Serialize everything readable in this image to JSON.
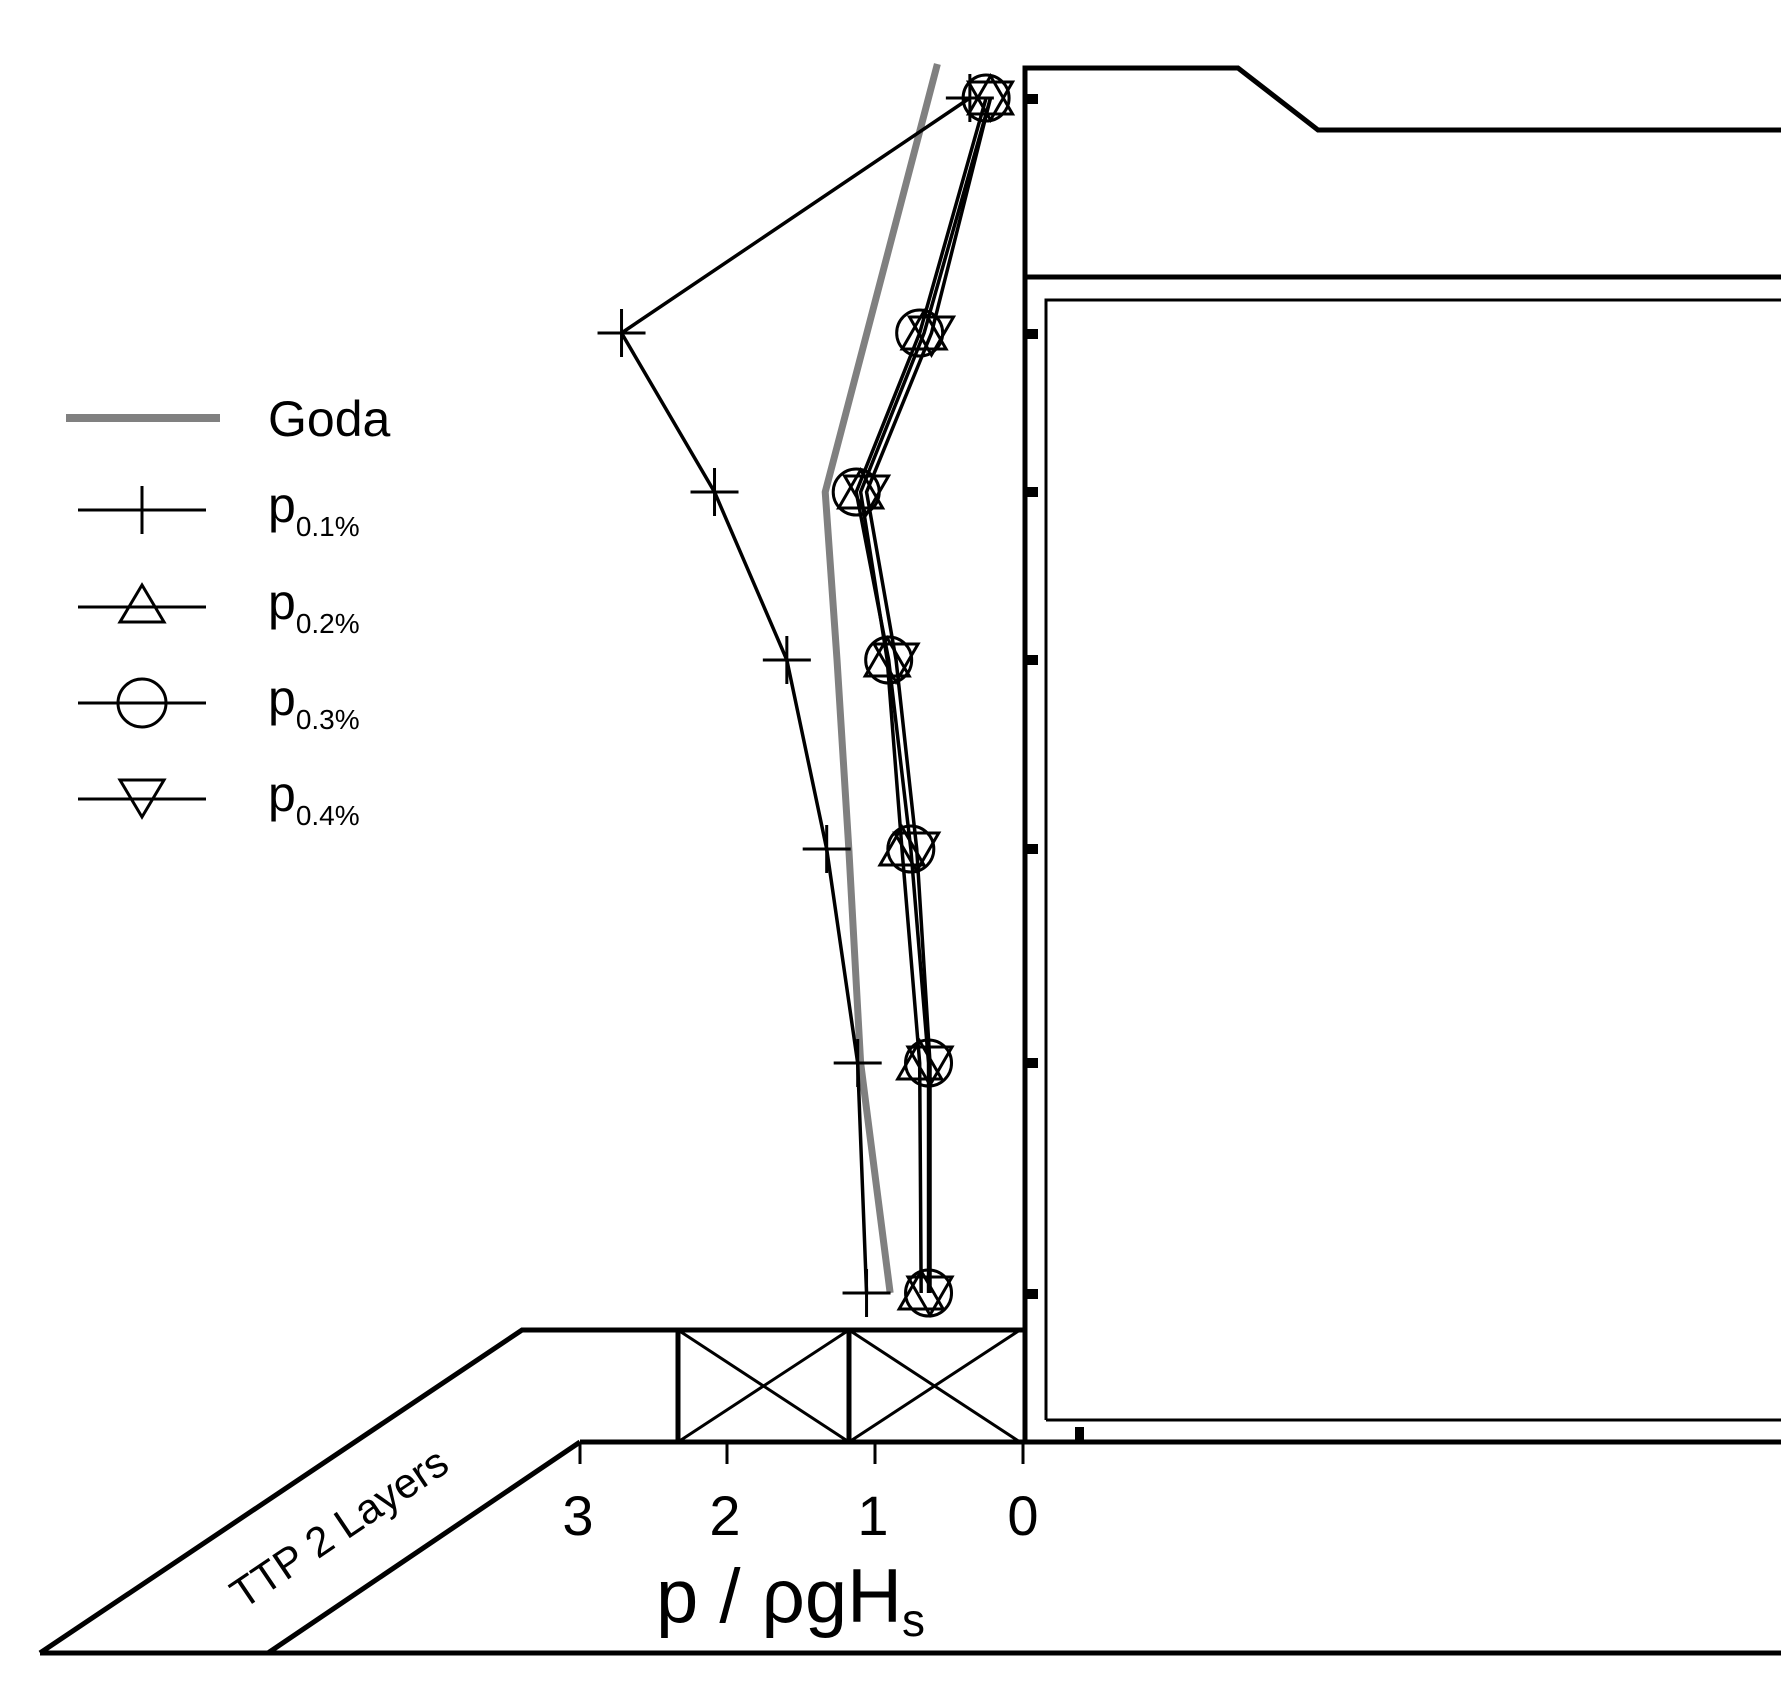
{
  "chart_data": {
    "type": "line",
    "orientation": "horizontal-values",
    "xlabel": {
      "main": "p / ρgH",
      "sub": "s"
    },
    "ylabel": "",
    "x_axis": {
      "direction": "reversed",
      "ticks": [
        "3",
        "2",
        "1",
        "0"
      ],
      "xlim": [
        0,
        3
      ]
    },
    "y_axis": {
      "ticks_shown": false
    },
    "legend_placement": "left",
    "colors": {
      "goda": "#808080",
      "series": "#000000"
    },
    "series": [
      {
        "name": "Goda",
        "marker": "none",
        "values": [
          0.58,
          1.34,
          1.26,
          1.18,
          1.1,
          0.9
        ]
      },
      {
        "name": "p",
        "sub": "0.1%",
        "marker": "plus",
        "values": [
          0.36,
          2.72,
          2.09,
          1.6,
          1.33,
          1.12,
          1.06
        ]
      },
      {
        "name": "p",
        "sub": "0.2%",
        "marker": "triangle-up",
        "values": [
          0.22,
          0.67,
          1.1,
          0.92,
          0.82,
          0.7,
          0.69
        ]
      },
      {
        "name": "p",
        "sub": "0.3%",
        "marker": "circle",
        "values": [
          0.25,
          0.7,
          1.13,
          0.91,
          0.76,
          0.64,
          0.64
        ]
      },
      {
        "name": "p",
        "sub": "0.4%",
        "marker": "triangle-down",
        "values": [
          0.22,
          0.62,
          1.06,
          0.86,
          0.72,
          0.63,
          0.63
        ]
      }
    ],
    "annotations": [
      "TTP 2 Layers"
    ]
  }
}
